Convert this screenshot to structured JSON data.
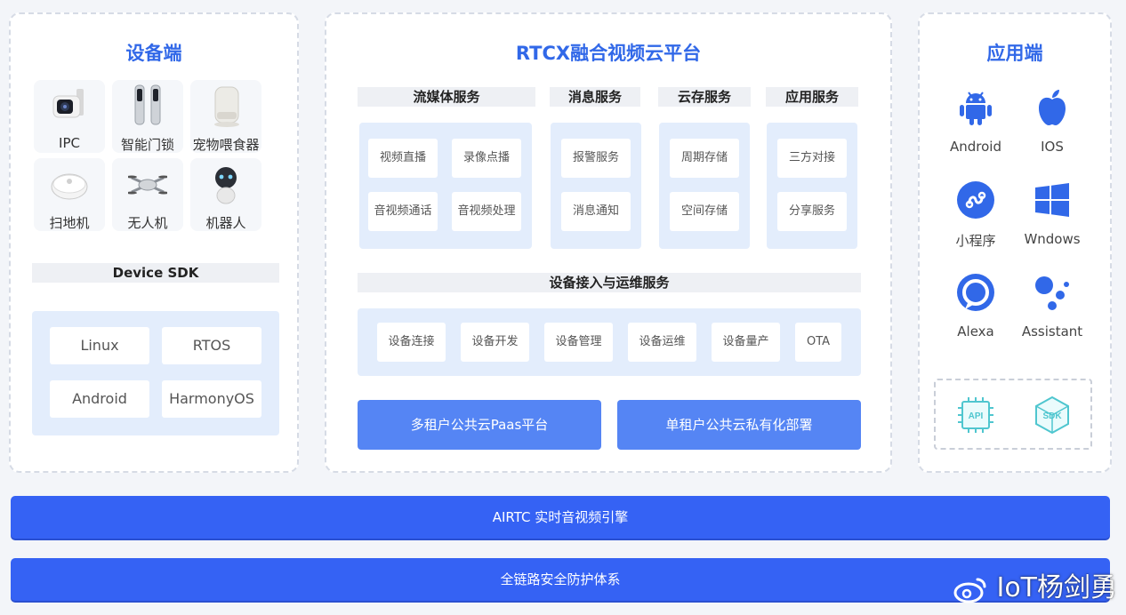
{
  "device": {
    "title": "设备端",
    "items": [
      {
        "label": "IPC",
        "icon": "ipc-camera-icon"
      },
      {
        "label": "智能门锁",
        "icon": "smart-lock-icon"
      },
      {
        "label": "宠物喂食器",
        "icon": "pet-feeder-icon"
      },
      {
        "label": "扫地机",
        "icon": "robot-vacuum-icon"
      },
      {
        "label": "无人机",
        "icon": "drone-icon"
      },
      {
        "label": "机器人",
        "icon": "robot-icon"
      }
    ],
    "sdk_label": "Device SDK",
    "os": [
      "Linux",
      "RTOS",
      "Android",
      "HarmonyOS"
    ]
  },
  "platform": {
    "title": "RTCX融合视频云平台",
    "categories": [
      {
        "name": "流媒体服务",
        "services": [
          "视频直播",
          "录像点播",
          "音视频通话",
          "音视频处理"
        ]
      },
      {
        "name": "消息服务",
        "services": [
          "报警服务",
          "消息通知"
        ]
      },
      {
        "name": "云存服务",
        "services": [
          "周期存储",
          "空间存储"
        ]
      },
      {
        "name": "应用服务",
        "services": [
          "三方对接",
          "分享服务"
        ]
      }
    ],
    "ops_title": "设备接入与运维服务",
    "ops": [
      "设备连接",
      "设备开发",
      "设备管理",
      "设备运维",
      "设备量产",
      "OTA"
    ],
    "deploy": [
      "多租户公共云Paas平台",
      "单租户公共云私有化部署"
    ]
  },
  "apps": {
    "title": "应用端",
    "items": [
      {
        "label": "Android",
        "icon": "android-icon"
      },
      {
        "label": "IOS",
        "icon": "apple-icon"
      },
      {
        "label": "小程序",
        "icon": "mini-program-icon"
      },
      {
        "label": "Wndows",
        "icon": "windows-icon"
      },
      {
        "label": "Alexa",
        "icon": "alexa-icon"
      },
      {
        "label": "Assistant",
        "icon": "google-assistant-icon"
      }
    ],
    "api_label": "API",
    "sdk_label": "SDK"
  },
  "bars": [
    "AIRTC 实时音视频引擎",
    "全链路安全防护体系"
  ],
  "watermark": "IoT杨剑勇",
  "colors": {
    "accent": "#3168e8",
    "bar": "#3562f4",
    "button": "#5585f4",
    "box": "#e3edfc",
    "api": "#4fc6cf"
  }
}
